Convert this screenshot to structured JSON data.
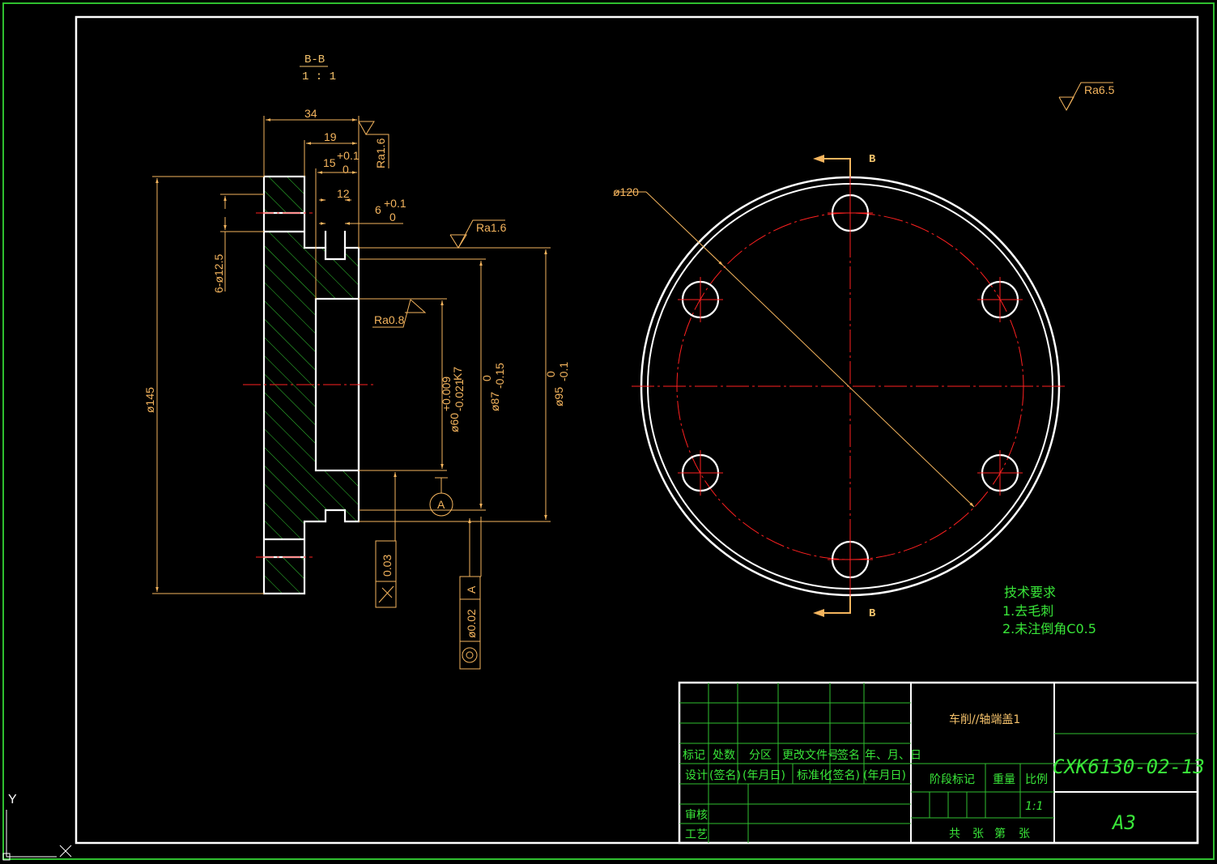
{
  "section": {
    "name": "B-B",
    "scale": "1 : 1"
  },
  "dimensions": {
    "len34": "34",
    "len19": "19",
    "len15": "15",
    "tol15_up": "+0.1",
    "tol15_low": "0",
    "len12": "12",
    "len6": "6",
    "tol6_up": "+0.1",
    "tol6_low": "0",
    "dia145": "ø145",
    "holes": "6-ø12.5",
    "dia60": "ø60",
    "tol60_up": "+0.009",
    "tol60_low": "-0.021",
    "fit60": "K7",
    "dia87": "ø87",
    "tol87_up": "0",
    "tol87_low": "-0.15",
    "dia95": "ø95",
    "tol95_up": "0",
    "tol95_low": "-0.1",
    "dia120": "ø120"
  },
  "roughness": {
    "ra16_a": "Ra1.6",
    "ra16_b": "Ra1.6",
    "ra08": "Ra0.8",
    "ra65": "Ra6.5"
  },
  "tolerances": {
    "circ_runout": "0.03",
    "concentricity_value": "ø0.02",
    "concentricity_datum": "A",
    "datum_label": "A"
  },
  "section_labels": {
    "top": "B",
    "bottom": "B"
  },
  "tech_requirements": {
    "title": "技术要求",
    "items": [
      "1.去毛刺",
      "2.未注倒角C0.5"
    ]
  },
  "title_block": {
    "part_name": "车削//轴端盖1",
    "drawing_no": "CXK6130-02-13",
    "size": "A3",
    "scale_value": "1:1",
    "row_labels": [
      "标记",
      "处数",
      "分区",
      "更改文件号",
      "签名",
      "年、月、日"
    ],
    "design_row": [
      "设计",
      "(签名)",
      "(年月日)",
      "标准化",
      "(签名)",
      "(年月日)"
    ],
    "review": "审核",
    "process": "工艺",
    "stage_mark": "阶段标记",
    "weight": "重量",
    "scale_label": "比例",
    "sheets": [
      "共",
      "张",
      "第",
      "张"
    ]
  },
  "ucs": {
    "y": "Y",
    "x": "X"
  },
  "colors": {
    "background": "#000000",
    "outline": "#ffffff",
    "dimension": "#f5b55e",
    "centerline": "#ff0000",
    "hatch": "#33cc33",
    "titleblock": "#39e639"
  }
}
